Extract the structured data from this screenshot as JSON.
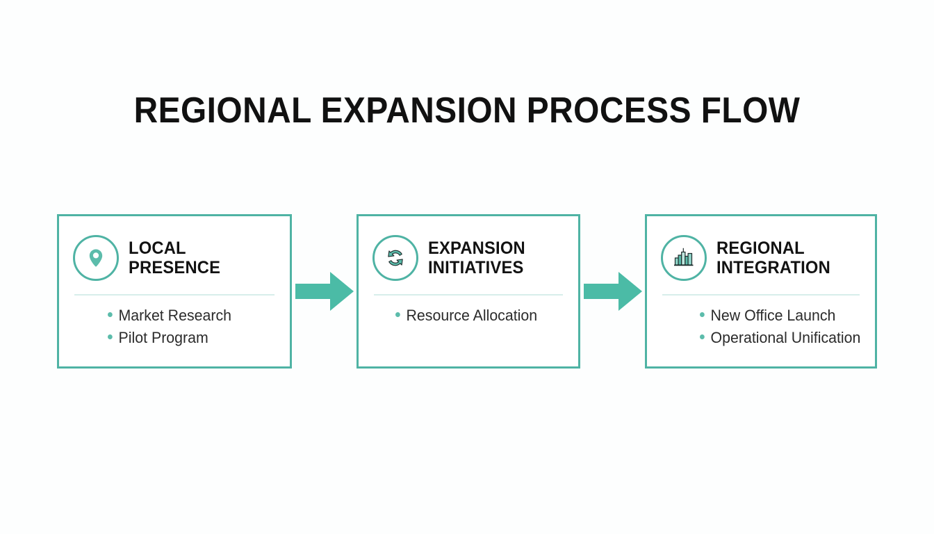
{
  "slide": {
    "title": "REGIONAL EXPANSION PROCESS FLOW",
    "background_color": "#fdfefe",
    "accent_color": "#4fb3a4",
    "arrow_color": "#4bbba6",
    "title_color": "#111111",
    "body_text_color": "#2b2b2b",
    "divider_color": "#d7eeea"
  },
  "steps": [
    {
      "icon": "location-pin-icon",
      "title": "LOCAL\nPRESENCE",
      "bullets": [
        {
          "label": "Market Research"
        },
        {
          "label": "Pilot Program"
        }
      ]
    },
    {
      "icon": "refresh-cycle-icon",
      "title": "EXPANSION\nINITIATIVES",
      "bullets": [
        {
          "label": "Resource Allocation"
        }
      ]
    },
    {
      "icon": "city-buildings-icon",
      "title": "REGIONAL\nINTEGRATION",
      "bullets": [
        {
          "label": "New Office Launch"
        },
        {
          "label": "Operational Unification"
        }
      ]
    }
  ],
  "connectors": [
    {
      "name": "arrow-step1-to-step2",
      "direction": "right"
    },
    {
      "name": "arrow-step2-to-step3",
      "direction": "right"
    }
  ]
}
